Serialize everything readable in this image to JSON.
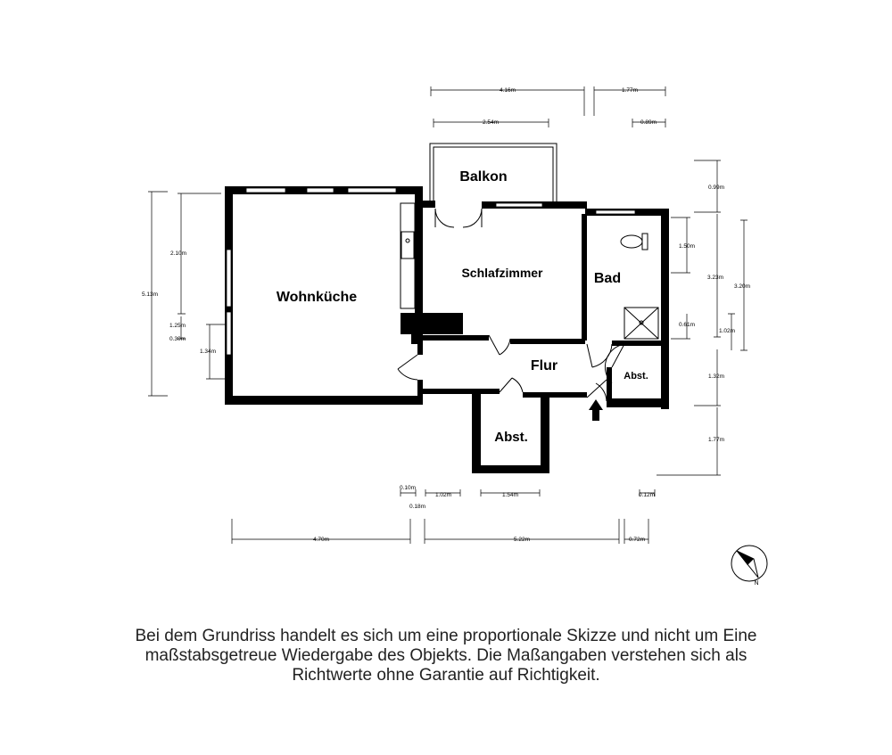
{
  "rooms": {
    "wohnkueche": "Wohnküche",
    "schlafzimmer": "Schlafzimmer",
    "balkon": "Balkon",
    "bad": "Bad",
    "flur": "Flur",
    "abst_small": "Abst.",
    "abst_large": "Abst."
  },
  "dimensions": {
    "top_4_16": "4.16m",
    "top_1_77": "1.77m",
    "top_2_54": "2.54m",
    "top_0_89": "0.89m",
    "left_5_13": "5.13m",
    "left_2_10": "2.10m",
    "left_1_25": "1.25m",
    "left_0_30": "0.30m",
    "left_1_34": "1.34m",
    "right_0_99": "0.99m",
    "right_1_50": "1.50m",
    "right_3_23": "3.23m",
    "right_3_20": "3.20m",
    "right_0_61": "0.61m",
    "right_1_02": "1.02m",
    "right_1_32": "1.32m",
    "right_1_77": "1.77m",
    "bottom_0_10": "0.10m",
    "bottom_1_02": "1.02m",
    "bottom_1_54": "1.54m",
    "bottom_0_12": "0.12m",
    "bottom_0_18": "0.18m",
    "bottom_4_70": "4.70m",
    "bottom_5_22": "5.22m",
    "bottom_0_72": "0.72m"
  },
  "compass": {
    "north_label": "N"
  },
  "disclaimer": {
    "line1": "Bei dem Grundriss handelt es sich um eine proportionale Skizze und nicht um Eine",
    "line2": "maßstabsgetreue Wiedergabe des Objekts. Die Maßangaben verstehen sich als",
    "line3": "Richtwerte ohne Garantie auf Richtigkeit."
  }
}
